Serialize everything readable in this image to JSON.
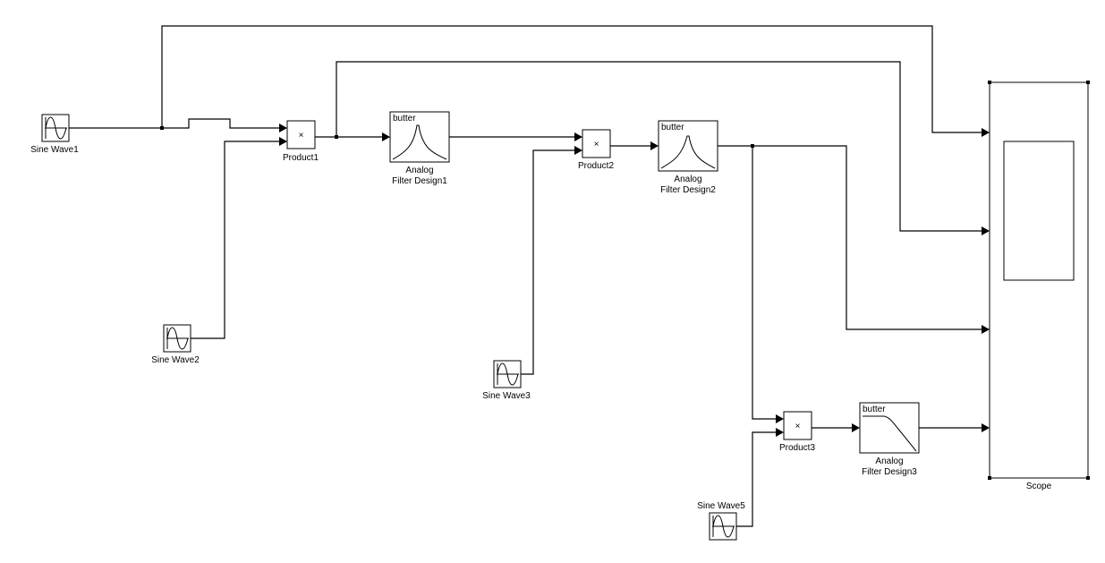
{
  "diagram": {
    "type": "simulink-model",
    "blocks": {
      "sine_wave1": {
        "label": "Sine Wave1",
        "kind": "sine-source"
      },
      "sine_wave2": {
        "label": "Sine Wave2",
        "kind": "sine-source"
      },
      "sine_wave3": {
        "label": "Sine Wave3",
        "kind": "sine-source"
      },
      "sine_wave5": {
        "label": "Sine Wave5",
        "kind": "sine-source"
      },
      "product1": {
        "label": "Product1",
        "symbol": "×"
      },
      "product2": {
        "label": "Product2",
        "symbol": "×"
      },
      "product3": {
        "label": "Product3",
        "symbol": "×"
      },
      "filter1": {
        "label_line1": "Analog",
        "label_line2": "Filter Design1",
        "method": "butter",
        "response": "bandpass"
      },
      "filter2": {
        "label_line1": "Analog",
        "label_line2": "Filter Design2",
        "method": "butter",
        "response": "bandpass"
      },
      "filter3": {
        "label_line1": "Analog",
        "label_line2": "Filter Design3",
        "method": "butter",
        "response": "lowpass"
      },
      "scope": {
        "label": "Scope",
        "inputs": 4,
        "selected": true
      }
    },
    "connections": [
      {
        "from": "Sine Wave1",
        "to": "Product1 in1"
      },
      {
        "from": "Sine Wave1",
        "to": "Scope in1"
      },
      {
        "from": "Sine Wave2",
        "to": "Product1 in2"
      },
      {
        "from": "Product1",
        "to": "Analog Filter Design1"
      },
      {
        "from": "Product1",
        "to": "Scope in2"
      },
      {
        "from": "Analog Filter Design1",
        "to": "Product2 in1"
      },
      {
        "from": "Sine Wave3",
        "to": "Product2 in2"
      },
      {
        "from": "Product2",
        "to": "Analog Filter Design2"
      },
      {
        "from": "Analog Filter Design2",
        "to": "Scope in3"
      },
      {
        "from": "Analog Filter Design2",
        "to": "Product3 in1"
      },
      {
        "from": "Sine Wave5",
        "to": "Product3 in2"
      },
      {
        "from": "Product3",
        "to": "Analog Filter Design3"
      },
      {
        "from": "Analog Filter Design3",
        "to": "Scope in4"
      }
    ]
  }
}
